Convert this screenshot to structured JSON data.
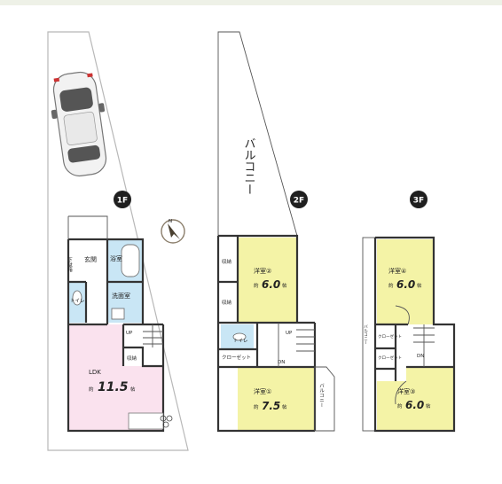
{
  "floors": {
    "f1": {
      "badge": "1F",
      "rooms": {
        "entrance": "玄関",
        "shoe_storage": "下駄箱",
        "bath": "浴室",
        "washroom": "洗面室",
        "toilet": "トイレ",
        "storage": "収納",
        "up": "UP",
        "ldk": "LDK",
        "ldk_prefix": "約",
        "ldk_size": "11.5",
        "ldk_unit": "帖"
      }
    },
    "f2": {
      "badge": "2F",
      "rooms": {
        "balcony_main": "バルコニー",
        "balcony_small": "バルコニー",
        "storage_top": "収納",
        "storage_mid": "収納",
        "western2": "洋室②",
        "western2_prefix": "約",
        "western2_size": "6.0",
        "western2_unit": "帖",
        "toilet": "トイレ",
        "closet": "クローゼット",
        "up": "UP",
        "dn": "DN",
        "western1": "洋室①",
        "western1_prefix": "約",
        "western1_size": "7.5",
        "western1_unit": "帖"
      }
    },
    "f3": {
      "badge": "3F",
      "rooms": {
        "balcony": "バルコニー",
        "western4": "洋室④",
        "western4_prefix": "約",
        "western4_size": "6.0",
        "western4_unit": "帖",
        "closet_a": "クローゼット",
        "closet_b": "クローゼット",
        "dn": "DN",
        "western3": "洋室③",
        "western3_prefix": "約",
        "western3_size": "6.0",
        "western3_unit": "帖"
      }
    }
  },
  "compass": {
    "label": "N"
  },
  "colors": {
    "bedroom_fill": "#f4f3a6",
    "ldk_fill": "#fae2ee",
    "wet_fill": "#c9e6f5",
    "badge_fill": "#1f1f1f"
  },
  "icons": [
    "compass-icon",
    "car-icon",
    "bathtub-icon",
    "toilet-icon",
    "stove-icon",
    "sink-icon"
  ]
}
